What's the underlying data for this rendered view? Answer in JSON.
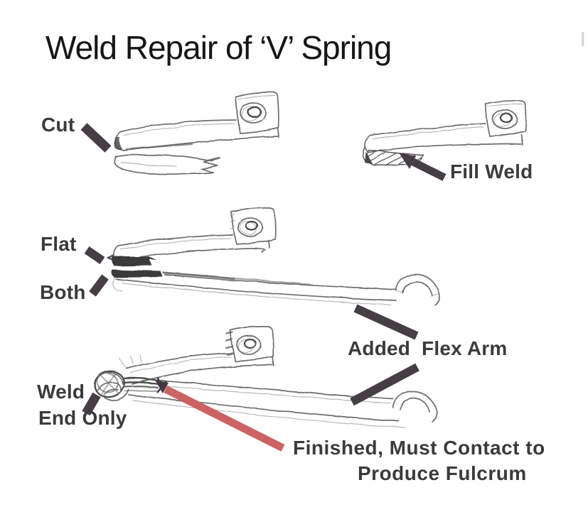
{
  "title": "Weld Repair of ‘V’ Spring",
  "labels": {
    "cut": "Cut",
    "fill_weld": "Fill Weld",
    "flat": "Flat",
    "both": "Both",
    "added_flex_arm": "Added  Flex Arm",
    "weld": "Weld",
    "end_only": "End Only",
    "finished_line1": "Finished, Must Contact to",
    "finished_line2": "Produce Fulcrum"
  },
  "colors": {
    "background": "#ffffff",
    "title_text": "#161616",
    "label_text": "#3b3b3b",
    "pencil_sketch": "#6d6d6d",
    "pointer_bar": "#473d45",
    "red_pointer_line": "#cb6363",
    "weld_fill_dark": "#3a3a3a"
  }
}
